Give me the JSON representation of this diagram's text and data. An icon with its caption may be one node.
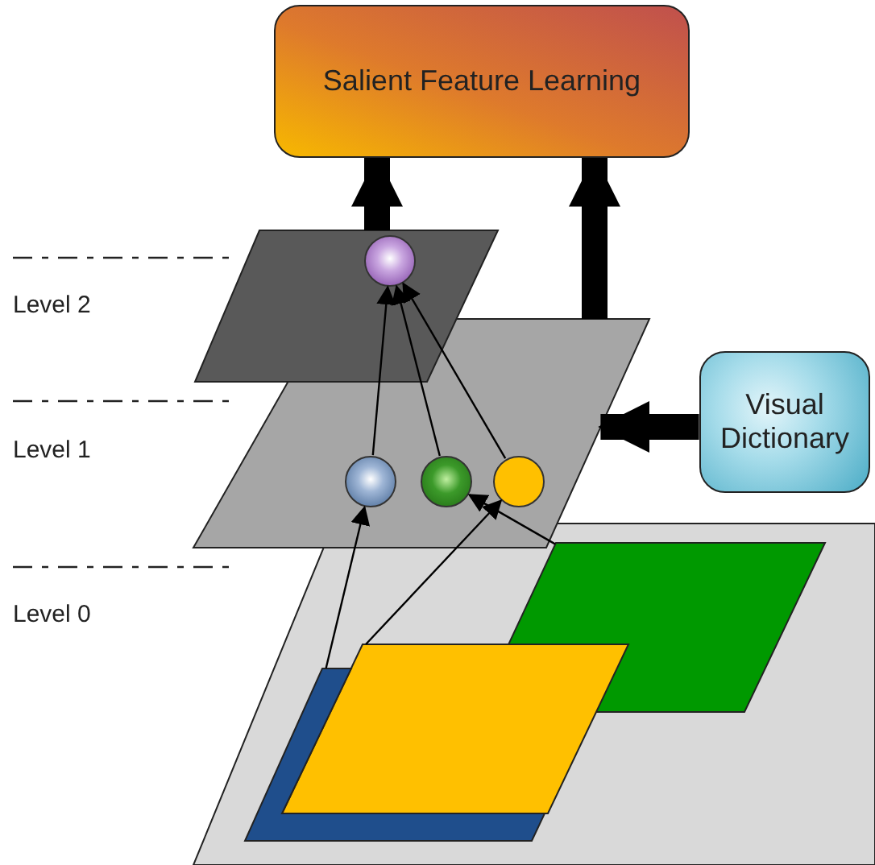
{
  "diagram": {
    "nodes": [
      {
        "text": [
          "Salient Feature Learning"
        ]
      },
      {
        "text": [],
        "shape": "parallelogram"
      },
      {
        "text": [],
        "shape": "circle",
        "in": 1
      },
      {
        "text": [],
        "shape": "parallelogram"
      },
      {
        "text": [],
        "shape": "circle",
        "in": 3
      },
      {
        "text": [],
        "shape": "circle",
        "in": 3
      },
      {
        "text": [],
        "shape": "circle",
        "in": 3
      },
      {
        "text": [
          "Visual Dictionary"
        ]
      },
      {
        "text": [],
        "shape": "parallelogram"
      },
      {
        "text": [],
        "shape": "parallelogram",
        "in": 8
      },
      {
        "text": [],
        "shape": "parallelogram",
        "in": 8
      },
      {
        "text": [],
        "shape": "parallelogram",
        "in": 8
      }
    ],
    "edges": [
      {
        "from": 1,
        "to": 0,
        "arrow": "to",
        "style": "thick"
      },
      {
        "from": 3,
        "to": 0,
        "arrow": "to",
        "style": "thick"
      },
      {
        "from": 7,
        "to": 3,
        "arrow": "to",
        "style": "thick"
      },
      {
        "from": 4,
        "to": 2,
        "arrow": "to"
      },
      {
        "from": 5,
        "to": 2,
        "arrow": "to"
      },
      {
        "from": 6,
        "to": 2,
        "arrow": "to"
      },
      {
        "from": 10,
        "to": 4,
        "arrow": "to"
      },
      {
        "from": 9,
        "to": 5,
        "arrow": "to"
      },
      {
        "from": 11,
        "to": 6,
        "arrow": "to"
      }
    ],
    "labels": [
      "Level 2",
      "Level 1",
      "Level 0"
    ]
  }
}
